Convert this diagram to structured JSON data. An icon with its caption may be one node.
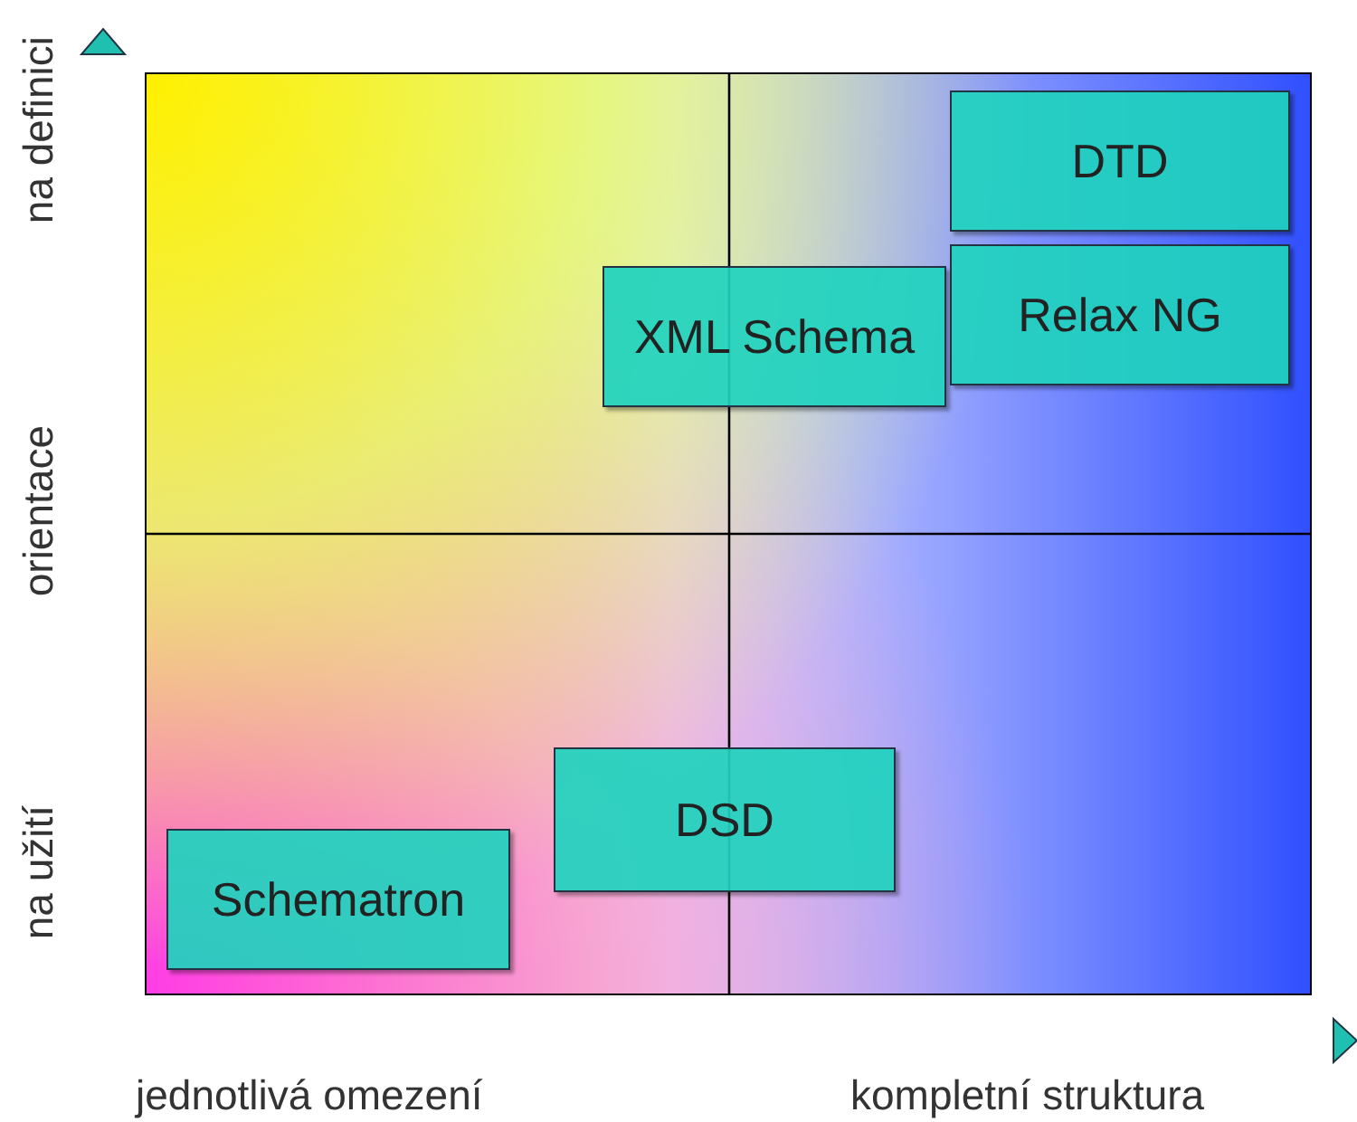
{
  "diagram": {
    "nodes": [
      {
        "text": [
          "DTD"
        ]
      },
      {
        "text": [
          "XML Schema"
        ]
      },
      {
        "text": [
          "Relax NG"
        ]
      },
      {
        "text": [
          "DSD"
        ]
      },
      {
        "text": [
          "Schematron"
        ]
      }
    ],
    "labels": [
      "na definici",
      "orientace",
      "na užití",
      "jednotlivá omezení",
      "kompletní struktura"
    ]
  }
}
